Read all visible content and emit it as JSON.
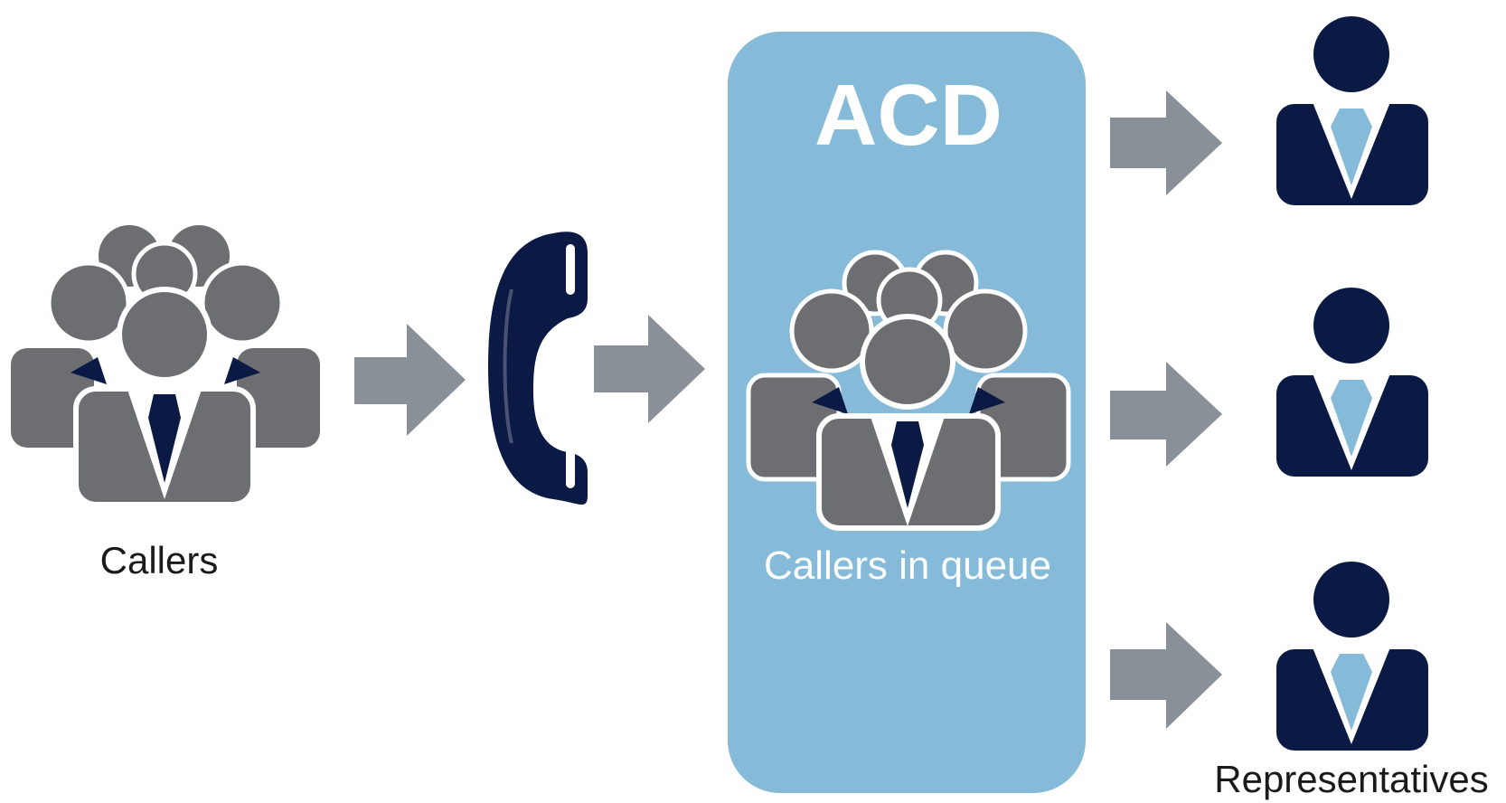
{
  "labels": {
    "callers": "Callers",
    "acd_title": "ACD",
    "queue": "Callers in queue",
    "representatives": "Representatives"
  },
  "colors": {
    "navy": "#0b1a45",
    "gray_dark": "#6d6e71",
    "gray_mid": "#8a8d91",
    "gray_light": "#939598",
    "acd_panel": "#86bad9",
    "tie_light": "#86bad9",
    "arrow": "#8a9097",
    "white": "#ffffff"
  },
  "icons": {
    "callers_group": "group-of-people-icon",
    "phone": "telephone-handset-icon",
    "queue_group": "group-of-people-icon",
    "representative": "person-with-tie-icon",
    "arrow": "right-arrow-icon"
  }
}
